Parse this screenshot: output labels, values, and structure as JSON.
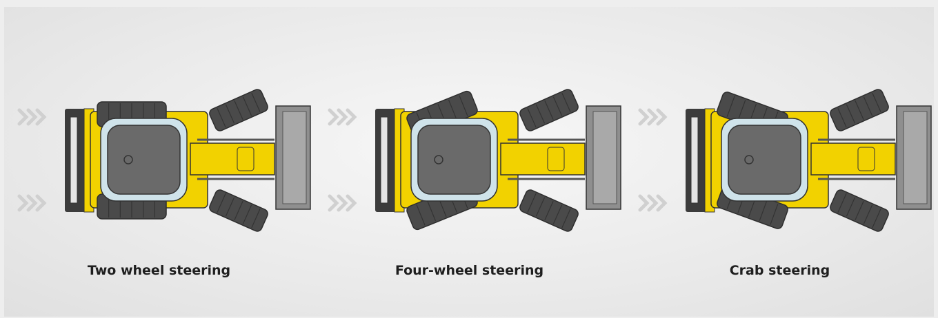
{
  "modes": [
    {
      "id": "two-wheel",
      "label": "Two wheel steering",
      "front_angle": 24,
      "rear_angle": 0
    },
    {
      "id": "four-wheel",
      "label": "Four-wheel steering",
      "front_angle": 24,
      "rear_angle": -22
    },
    {
      "id": "crab",
      "label": "Crab steering",
      "front_angle": 24,
      "rear_angle": 20
    }
  ],
  "colors": {
    "machine": "#f2d200",
    "tire": "#4a4a4a",
    "cab": "#6a6a6a",
    "glass": "#cfe3ea",
    "arrow": "#d0d0d0"
  }
}
